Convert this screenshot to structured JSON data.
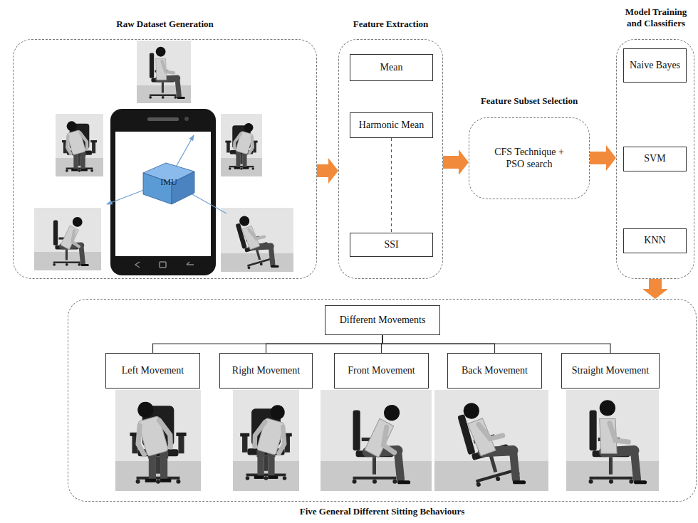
{
  "diagram": {
    "nodes": [
      {
        "text": [
          "Raw Dataset Generation"
        ]
      },
      {
        "text": [
          "IMU"
        ],
        "in": 0
      },
      {
        "text": [
          "Feature Extraction"
        ]
      },
      {
        "text": [
          "Mean"
        ],
        "in": 2
      },
      {
        "text": [
          "Harmonic Mean"
        ],
        "in": 2
      },
      {
        "text": [
          "SSI"
        ],
        "in": 2
      },
      {
        "text": [
          "Feature Subset Selection",
          "CFS Technique + PSO search"
        ]
      },
      {
        "text": [
          "Model Training and Classifiers"
        ]
      },
      {
        "text": [
          "Naive Bayes"
        ],
        "in": 7
      },
      {
        "text": [
          "SVM"
        ],
        "in": 7
      },
      {
        "text": [
          "KNN"
        ],
        "in": 7
      },
      {
        "text": [
          "Five General Different Sitting Behaviours"
        ]
      },
      {
        "text": [
          "Different Movements"
        ],
        "in": 11
      },
      {
        "text": [
          "Left Movement"
        ],
        "in": 11
      },
      {
        "text": [
          "Right Movement"
        ],
        "in": 11
      },
      {
        "text": [
          "Front Movement"
        ],
        "in": 11
      },
      {
        "text": [
          "Back Movement"
        ],
        "in": 11
      },
      {
        "text": [
          "Straight Movement"
        ],
        "in": 11
      }
    ],
    "edges": [
      {
        "from": 0,
        "to": 2,
        "arrow": "to"
      },
      {
        "from": 2,
        "to": 6,
        "arrow": "to"
      },
      {
        "from": 6,
        "to": 7,
        "arrow": "to"
      },
      {
        "from": 7,
        "to": 11,
        "arrow": "to"
      },
      {
        "from": 4,
        "to": 5,
        "arrow": "none"
      },
      {
        "from": 12,
        "to": 13,
        "arrow": "none"
      },
      {
        "from": 12,
        "to": 14,
        "arrow": "none"
      },
      {
        "from": 12,
        "to": 15,
        "arrow": "none"
      },
      {
        "from": 12,
        "to": 16,
        "arrow": "none"
      },
      {
        "from": 12,
        "to": 17,
        "arrow": "none"
      }
    ]
  }
}
